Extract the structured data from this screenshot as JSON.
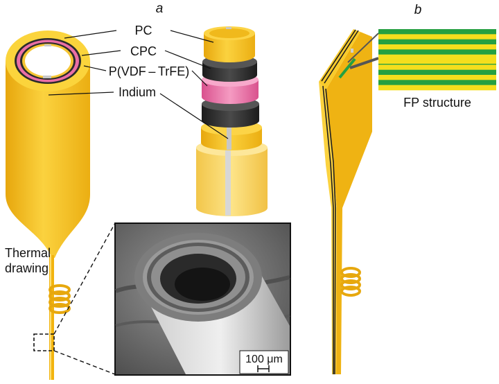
{
  "panels": {
    "a": "a",
    "b": "b"
  },
  "labels": {
    "pc": "PC",
    "cpc": "CPC",
    "pvdf": "P(VDF – TrFE)",
    "indium": "Indium",
    "thermal_line1": "Thermal",
    "thermal_line2": "drawing",
    "fp_structure": "FP structure",
    "scale_bar": "100 μm"
  },
  "colors": {
    "gold": "#f3b713",
    "gold_light": "#fcd447",
    "gold_dark": "#d79a0b",
    "pink": "#ea6ea5",
    "carbon": "#2c2c2c",
    "indium": "#bfbfbf",
    "stripe_green": "#25a041",
    "stripe_yellow": "#f5de1d"
  }
}
